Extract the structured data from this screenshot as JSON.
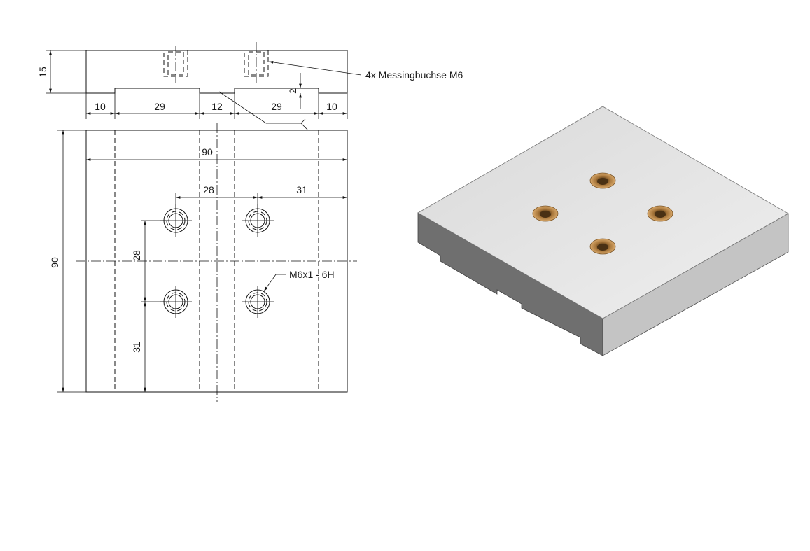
{
  "drawing": {
    "side_view": {
      "height_dim": "15",
      "step_dim": "2",
      "bottom_dims": [
        "10",
        "29",
        "12",
        "29",
        "10"
      ],
      "callout": "4x Messingbuchse M6"
    },
    "top_view": {
      "width_dim": "90",
      "height_dim": "90",
      "hole_spacing_x": "28",
      "hole_offset_right": "31",
      "hole_spacing_y": "28",
      "hole_offset_bottom": "31",
      "thread_callout": "M6x1 - 6H"
    },
    "iso_view": {
      "top_color": "#e6e6e6",
      "front_color": "#6f6f6f",
      "side_color": "#c4c4c4",
      "insert_color": "#c9955a"
    }
  }
}
